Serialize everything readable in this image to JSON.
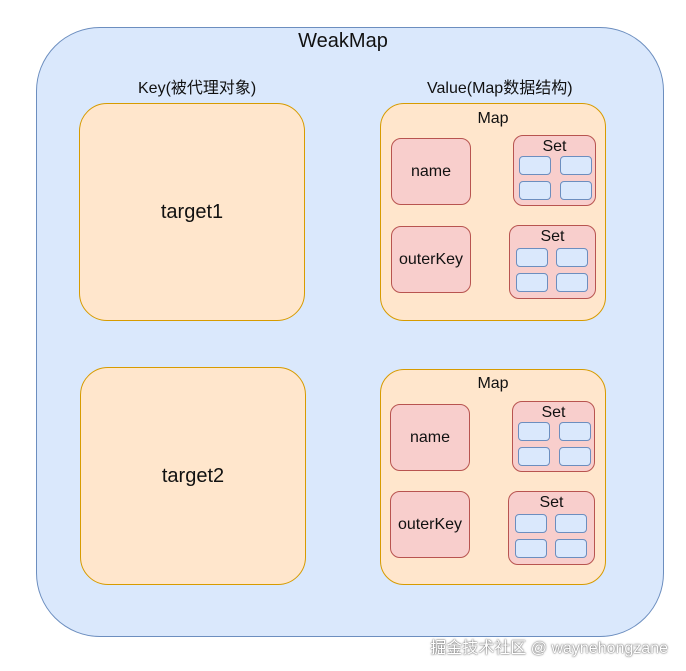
{
  "weakmap": {
    "title": "WeakMap",
    "key_header": "Key(被代理对象)",
    "value_header": "Value(Map数据结构)"
  },
  "entries": [
    {
      "key": "target1",
      "map": {
        "title": "Map",
        "fields": [
          "name",
          "outerKey"
        ],
        "sets": [
          "Set",
          "Set"
        ]
      }
    },
    {
      "key": "target2",
      "map": {
        "title": "Map",
        "fields": [
          "name",
          "outerKey"
        ],
        "sets": [
          "Set",
          "Set"
        ]
      }
    }
  ],
  "watermark": "掘金技术社区 @ waynehongzane",
  "colors": {
    "blue_fill": "#dae8fc",
    "blue_stroke": "#6c8ebf",
    "orange_fill": "#ffe6cc",
    "orange_stroke": "#d79b00",
    "red_fill": "#f8cecc",
    "red_stroke": "#b85450"
  }
}
